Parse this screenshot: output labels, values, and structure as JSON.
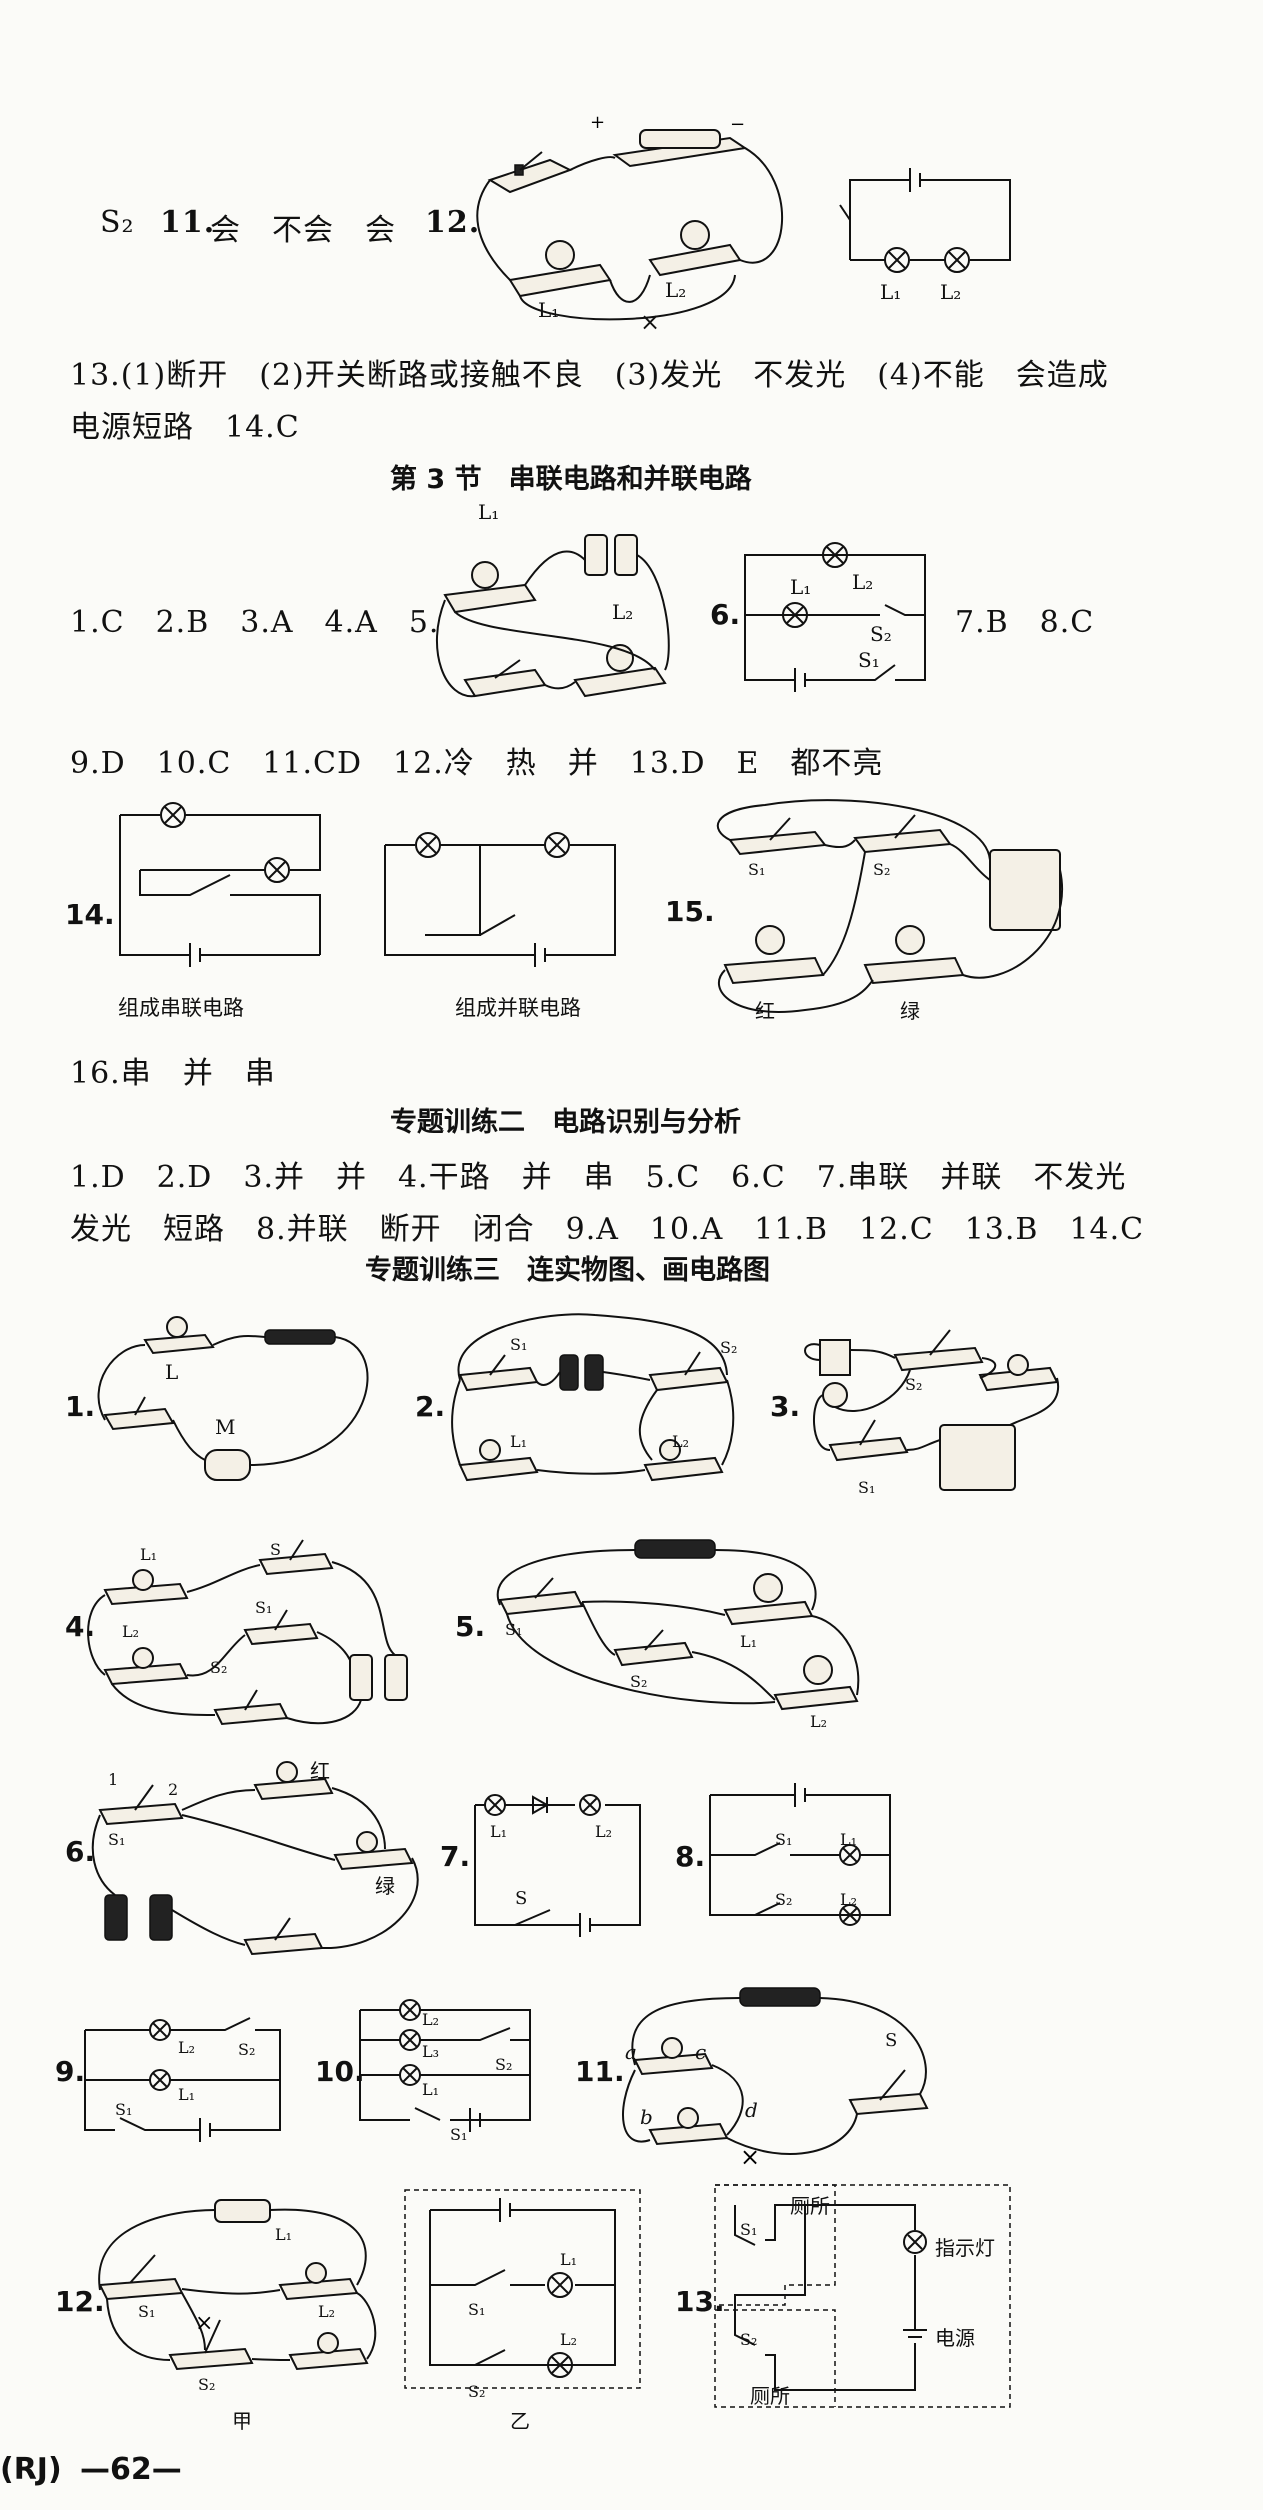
{
  "intro": {
    "s2": "S₂",
    "q11_label": "11.",
    "q11_text": "会　不会　会",
    "q12_label": "12.",
    "l1": "L₁",
    "l2": "L₂",
    "x_mark": "×"
  },
  "q13_line1": "13.(1)断开　(2)开关断路或接触不良　(3)发光　不发光　(4)不能　会造成",
  "q13_line2": "电源短路　14.C",
  "section3": {
    "title": "第 3 节　串联电路和并联电路",
    "line1a": "1.C　2.B　3.A　4.A　5.",
    "q6": "6.",
    "q7_8": "7.B　8.C",
    "l1": "L₁",
    "l2": "L₂",
    "s1": "S₁",
    "s2": "S₂",
    "line2": "9.D　10.C　11.CD　12.冷　热　并　13.D　E　都不亮",
    "q14": "14.",
    "q15": "15.",
    "cap_series": "组成串联电路",
    "cap_parallel": "组成并联电路",
    "red": "红",
    "green": "绿",
    "line3": "16.串　并　串"
  },
  "topic2": {
    "title": "专题训练二　电路识别与分析",
    "line1": "1.D　2.D　3.并　并　4.干路　并　串　5.C　6.C　7.串联　并联　不发光",
    "line2": "发光　短路　8.并联　断开　闭合　9.A　10.A　11.B　12.C　13.B　14.C"
  },
  "topic3": {
    "title": "专题训练三　连实物图、画电路图",
    "n1": "1.",
    "n2": "2.",
    "n3": "3.",
    "n4": "4.",
    "n5": "5.",
    "n6": "6.",
    "n7": "7.",
    "n8": "8.",
    "n9": "9.",
    "n10": "10.",
    "n11": "11.",
    "n12": "12.",
    "n13": "13.",
    "L": "L",
    "M": "M",
    "L1": "L₁",
    "L2": "L₂",
    "L3": "L₃",
    "S": "S",
    "S1": "S₁",
    "S2": "S₂",
    "red": "红",
    "green": "绿",
    "one": "1",
    "two": "2",
    "a": "a",
    "b": "b",
    "c": "c",
    "d": "d",
    "jia": "甲",
    "yi": "乙",
    "toilet1": "厕所",
    "toilet2": "厕所",
    "indicator": "指示灯",
    "power": "电源"
  },
  "footer": {
    "edition": "(RJ)",
    "page": "—62—"
  }
}
